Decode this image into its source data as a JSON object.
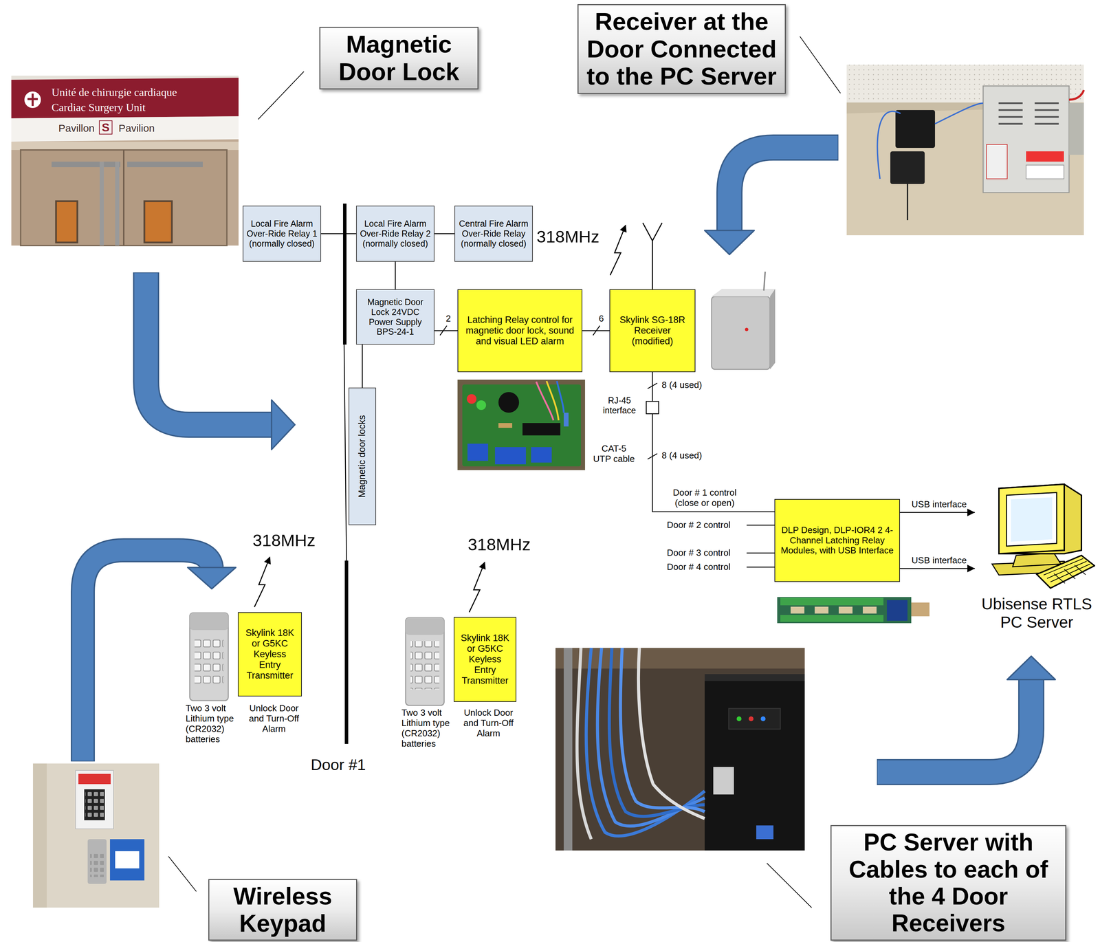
{
  "diagram": {
    "nodes": [
      {
        "text": [
          "Magnetic Door Lock"
        ]
      },
      {
        "text": [
          "Receiver at the Door Connected to the PC Server"
        ]
      },
      {
        "text": [
          "Local Fire Alarm Over-Ride Relay 1 (normally closed)"
        ]
      },
      {
        "text": [
          "Local Fire Alarm Over-Ride Relay 2 (normally closed)"
        ]
      },
      {
        "text": [
          "Central Fire Alarm Over-Ride Relay (normally closed)"
        ]
      },
      {
        "text": [
          "Magnetic Door Lock 24VDC Power Supply BPS-24-1"
        ]
      },
      {
        "text": [
          "Latching Relay control for magnetic door lock, sound and visual LED alarm"
        ]
      },
      {
        "text": [
          "Skylink SG-18R Receiver (modified)"
        ]
      },
      {
        "text": [
          "Magnetic door locks"
        ]
      },
      {
        "text": [
          "DLP Design, DLP-IOR4 2 4-Channel Latching Relay Modules, with USB Interface"
        ]
      },
      {
        "text": [
          "Ubisense RTLS PC Server"
        ]
      },
      {
        "text": [
          "Skylink 18K or G5KC Keyless Entry Transmitter"
        ]
      },
      {
        "text": [
          "Skylink 18K or G5KC Keyless Entry Transmitter"
        ]
      },
      {
        "text": [
          "PC Server with Cables to each of the 4 Door Receivers"
        ]
      },
      {
        "text": [
          "Wireless Keypad"
        ]
      }
    ],
    "edges": [
      {
        "from": 7,
        "to": 6,
        "label": "6",
        "arrow": "none"
      },
      {
        "from": 6,
        "to": 5,
        "label": "2",
        "arrow": "none"
      },
      {
        "from": 5,
        "to": 3,
        "arrow": "none"
      },
      {
        "from": 3,
        "to": 4,
        "arrow": "none"
      },
      {
        "from": 2,
        "to": 3,
        "arrow": "none"
      },
      {
        "from": 5,
        "to": 8,
        "arrow": "none"
      },
      {
        "from": 7,
        "to": 9,
        "arrow": "none"
      },
      {
        "from": 9,
        "to": 10,
        "label": "USB interface",
        "arrow": "to"
      },
      {
        "from": 9,
        "to": 10,
        "label": "USB interface",
        "arrow": "to"
      }
    ],
    "labels": [
      "Unité de chirurgie cardiaque",
      "Cardiac Surgery Unit",
      "Pavillon",
      "S",
      "Pavilion",
      "318MHz",
      "RJ-45 interface",
      "8 (4 used)",
      "CAT-5 UTP cable",
      "8 (4 used)",
      "Door # 1 control (close or open)",
      "Door # 2 control",
      "Door # 3 control",
      "Door # 4 control",
      "318MHz",
      "318MHz",
      "Two 3 volt Lithium type (CR2032) batteries",
      "Unlock Door and Turn-Off Alarm",
      "Two 3 volt Lithium type (CR2032) batteries",
      "Unlock Door and Turn-Off Alarm",
      "Door #1"
    ]
  }
}
